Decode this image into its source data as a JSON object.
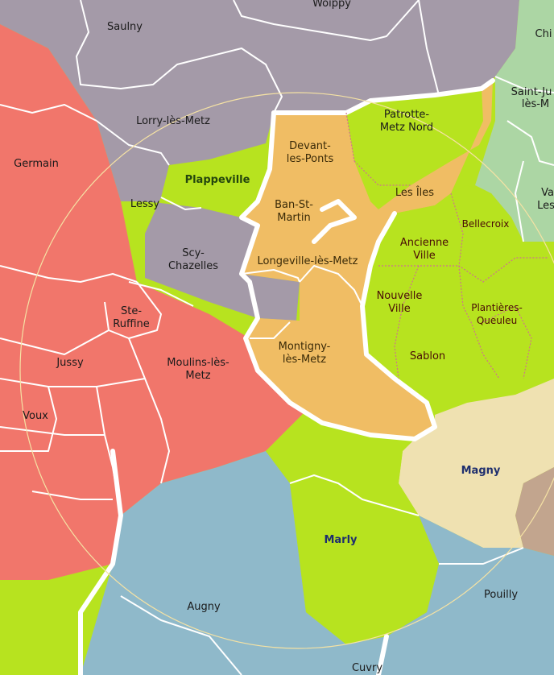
{
  "map": {
    "colors": {
      "grey": "#a49aa8",
      "red": "#f1766b",
      "lime": "#b7e31f",
      "orange": "#f0bd64",
      "blue": "#8fb9ca",
      "cream": "#efe1b1",
      "lightgreen": "#acd6a4",
      "tan": "#c2a58e",
      "border": "#ffffff",
      "ring": "#f5e2a4",
      "dotted": "#d07090"
    },
    "labels": {
      "woippy": "Woippy",
      "saulny": "Saulny",
      "chi": "Chi",
      "saint_julien_1": "Saint-Ju",
      "saint_julien_2": "lès-M",
      "germain": "Germain",
      "lorry": "Lorry-lès-Metz",
      "patrotte_1": "Patrotte-",
      "patrotte_2": "Metz Nord",
      "devant_1": "Devant-",
      "devant_2": "les-Ponts",
      "plappeville": "Plappeville",
      "les_iles": "Les Îles",
      "vall_1": "Va",
      "vall_2": "Les",
      "lessy": "Lessy",
      "ban_1": "Ban-St-",
      "ban_2": "Martin",
      "bellecroix": "Bellecroix",
      "scy_1": "Scy-",
      "scy_2": "Chazelles",
      "ancienne_1": "Ancienne",
      "ancienne_2": "Ville",
      "longeville": "Longeville-lès-Metz",
      "nouvelle_1": "Nouvelle",
      "nouvelle_2": "Ville",
      "plantieres_1": "Plantières-",
      "plantieres_2": "Queuleu",
      "ste_1": "Ste-",
      "ste_2": "Ruffine",
      "montigny_1": "Montigny-",
      "montigny_2": "lès-Metz",
      "sablon": "Sablon",
      "jussy": "Jussy",
      "moulins_1": "Moulins-lès-",
      "moulins_2": "Metz",
      "voux": "Voux",
      "magny": "Magny",
      "marly": "Marly",
      "augny": "Augny",
      "pouilly": "Pouilly",
      "cuvry": "Cuvry"
    }
  }
}
